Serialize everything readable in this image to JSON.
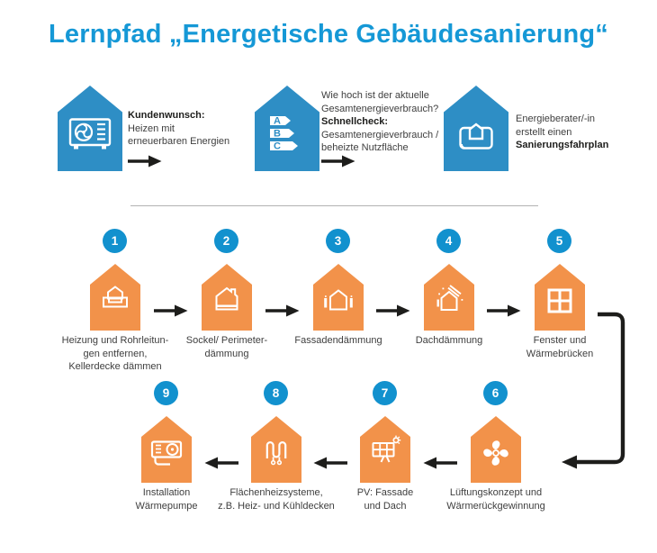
{
  "title": "Lernpfad „Energetische Gebäudesanierung“",
  "colors": {
    "title_blue": "#1598D6",
    "circle_blue": "#1291CE",
    "house_blue": "#2E8EC5",
    "house_orange": "#F2924A",
    "arrow_black": "#1D1D1B",
    "text_dark": "#3E3E3E",
    "divider_gray": "#B3B3B3"
  },
  "intro": [
    {
      "icon": "heat-pump-icon",
      "lines": [
        "Kundenwunsch:",
        "Heizen mit",
        "erneuerbaren Energien"
      ]
    },
    {
      "icon": "energy-label-icon",
      "letters": [
        "A",
        "B",
        "C"
      ],
      "lines": [
        "Wie hoch ist der aktuelle",
        "Gesamtenergieverbrauch?",
        "Schnellcheck:",
        "Gesamtenergieverbrauch /",
        "beheizte Nutzfläche"
      ]
    },
    {
      "icon": "renovation-plan-icon",
      "lines": [
        "Energieberater/-in",
        "erstellt einen",
        "Sanierungsfahrplan"
      ]
    }
  ],
  "steps": [
    {
      "number": "1",
      "icon": "basement-insulation-icon",
      "caption_lines": [
        "Heizung und Rohrleitun-",
        "gen entfernen,",
        "Kellerdecke dämmen"
      ]
    },
    {
      "number": "2",
      "icon": "perimeter-insulation-icon",
      "caption_lines": [
        "Sockel/ Perimeter-",
        "dämmung"
      ]
    },
    {
      "number": "3",
      "icon": "facade-insulation-icon",
      "caption_lines": [
        "Fassadendämmung"
      ]
    },
    {
      "number": "4",
      "icon": "roof-insulation-icon",
      "caption_lines": [
        "Dachdämmung"
      ]
    },
    {
      "number": "5",
      "icon": "window-icon",
      "caption_lines": [
        "Fenster und",
        "Wärmebrücken"
      ]
    },
    {
      "number": "6",
      "icon": "ventilation-fan-icon",
      "caption_lines": [
        "Lüftungskonzept und",
        "Wärmerückgewinnung"
      ]
    },
    {
      "number": "7",
      "icon": "solar-panel-icon",
      "caption_lines": [
        "PV: Fassade",
        "und Dach"
      ]
    },
    {
      "number": "8",
      "icon": "heating-coil-icon",
      "caption_lines": [
        "Flächenheizsysteme,",
        "z.B. Heiz- und Kühldecken"
      ]
    },
    {
      "number": "9",
      "icon": "heat-pump-unit-icon",
      "caption_lines": [
        "Installation",
        "Wärmepumpe"
      ]
    }
  ]
}
